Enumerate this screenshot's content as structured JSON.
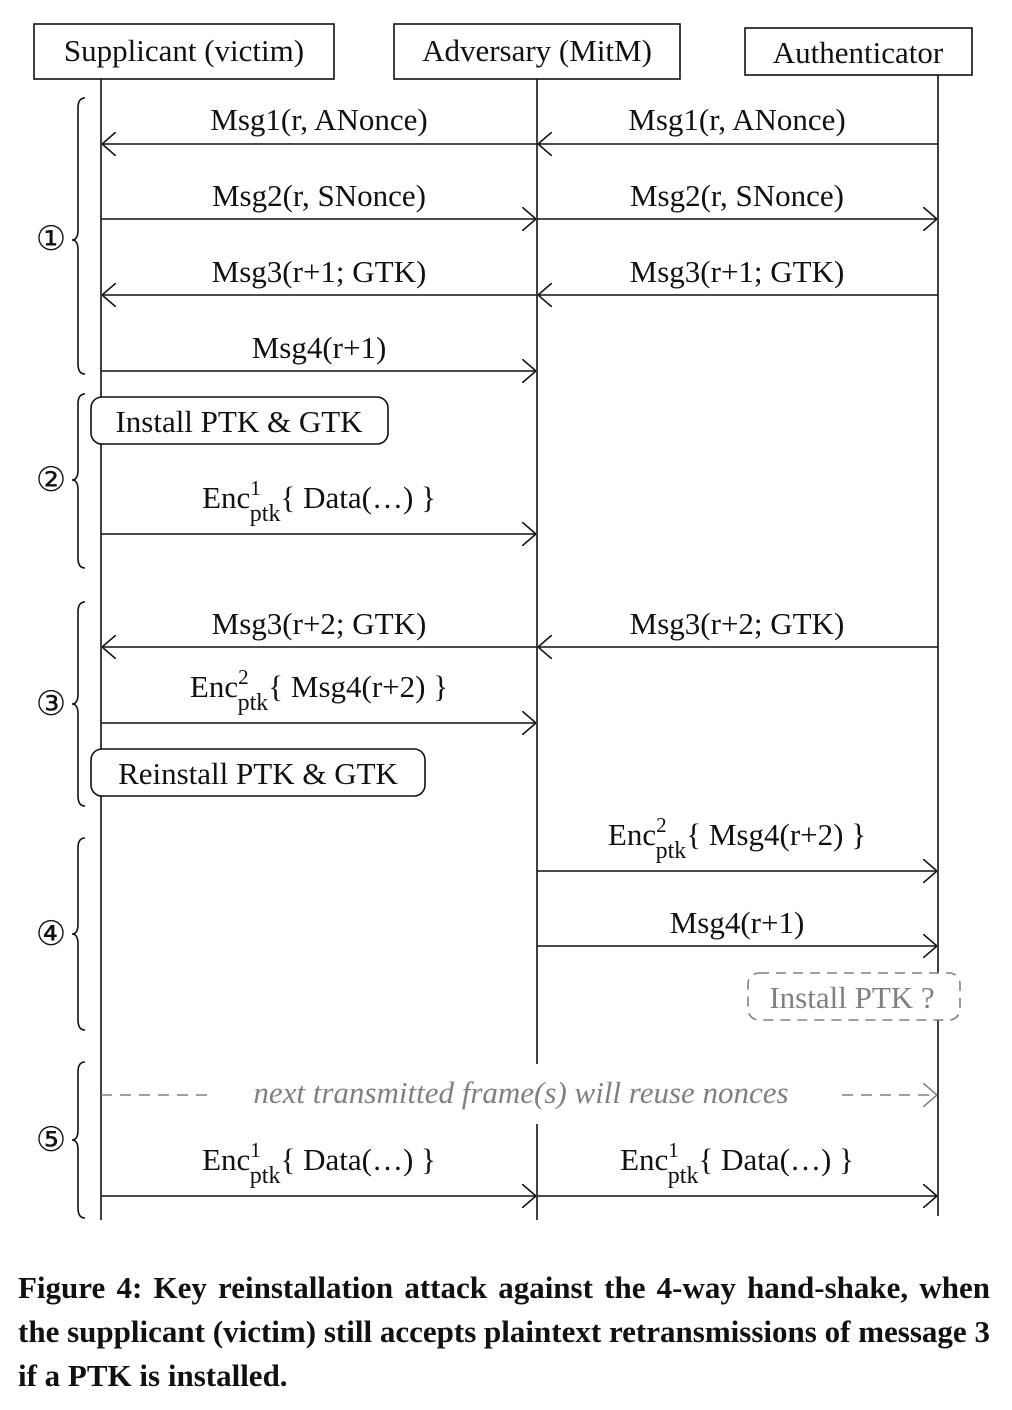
{
  "participants": [
    {
      "id": "supplicant",
      "label": "Supplicant (victim)"
    },
    {
      "id": "adversary",
      "label": "Adversary (MitM)"
    },
    {
      "id": "authenticator",
      "label": "Authenticator"
    }
  ],
  "phases": [
    {
      "label": "①"
    },
    {
      "label": "②"
    },
    {
      "label": "③"
    },
    {
      "label": "④"
    },
    {
      "label": "⑤"
    }
  ],
  "messages": [
    {
      "from": "adversary",
      "to": "supplicant",
      "text": "Msg1(r, ANonce)",
      "phase": 1
    },
    {
      "from": "authenticator",
      "to": "adversary",
      "text": "Msg1(r, ANonce)",
      "phase": 1
    },
    {
      "from": "supplicant",
      "to": "adversary",
      "text": "Msg2(r, SNonce)",
      "phase": 1
    },
    {
      "from": "adversary",
      "to": "authenticator",
      "text": "Msg2(r, SNonce)",
      "phase": 1
    },
    {
      "from": "adversary",
      "to": "supplicant",
      "text": "Msg3(r+1; GTK)",
      "phase": 1
    },
    {
      "from": "authenticator",
      "to": "adversary",
      "text": "Msg3(r+1; GTK)",
      "phase": 1
    },
    {
      "from": "supplicant",
      "to": "adversary",
      "text": "Msg4(r+1)",
      "phase": 1
    },
    {
      "from": "supplicant",
      "to": "adversary",
      "enc": {
        "base": "Enc",
        "sup": "1",
        "sub": "ptk",
        "payload": "{ Data(…) }"
      },
      "phase": 2
    },
    {
      "from": "adversary",
      "to": "supplicant",
      "text": "Msg3(r+2; GTK)",
      "phase": 3
    },
    {
      "from": "authenticator",
      "to": "adversary",
      "text": "Msg3(r+2; GTK)",
      "phase": 3
    },
    {
      "from": "supplicant",
      "to": "adversary",
      "enc": {
        "base": "Enc",
        "sup": "2",
        "sub": "ptk",
        "payload": "{ Msg4(r+2) }"
      },
      "phase": 3
    },
    {
      "from": "adversary",
      "to": "authenticator",
      "enc": {
        "base": "Enc",
        "sup": "2",
        "sub": "ptk",
        "payload": "{ Msg4(r+2) }"
      },
      "phase": 4
    },
    {
      "from": "adversary",
      "to": "authenticator",
      "text": "Msg4(r+1)",
      "phase": 4
    },
    {
      "from": "supplicant",
      "to": "authenticator",
      "text": "next transmitted frame(s) will reuse nonces",
      "style": "dashed-note",
      "phase": 5
    },
    {
      "from": "supplicant",
      "to": "adversary",
      "enc": {
        "base": "Enc",
        "sup": "1",
        "sub": "ptk",
        "payload": "{ Data(…) }"
      },
      "phase": 5
    },
    {
      "from": "adversary",
      "to": "authenticator",
      "enc": {
        "base": "Enc",
        "sup": "1",
        "sub": "ptk",
        "payload": "{ Data(…) }"
      },
      "phase": 5
    }
  ],
  "actions": [
    {
      "at": "supplicant",
      "text": "Install PTK & GTK",
      "phase": 2,
      "style": "solid"
    },
    {
      "at": "supplicant",
      "text": "Reinstall PTK & GTK",
      "phase": 3,
      "style": "solid"
    },
    {
      "at": "authenticator",
      "text": "Install PTK ?",
      "phase": 4,
      "style": "dashed"
    }
  ],
  "colors": {
    "ink": "#111111",
    "muted": "#808080"
  },
  "caption": "Figure 4: Key reinstallation attack against the 4-way hand-shake, when the supplicant (victim) still accepts plaintext retransmissions of message 3 if a PTK is installed."
}
